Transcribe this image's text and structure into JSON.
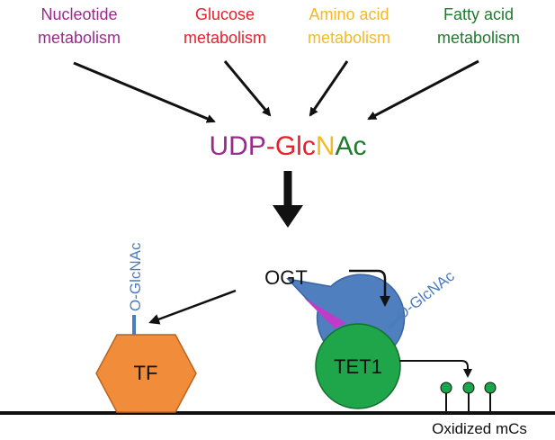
{
  "sources": [
    {
      "line1": "Nucleotide",
      "line2": "metabolism",
      "color": "#9b2a8e"
    },
    {
      "line1": "Glucose",
      "line2": "metabolism",
      "color": "#e8202a"
    },
    {
      "line1": "Amino acid",
      "line2": "metabolism",
      "color": "#f4b928"
    },
    {
      "line1": "Fatty acid",
      "line2": "metabolism",
      "color": "#1f7a2e"
    }
  ],
  "product": {
    "parts": [
      {
        "text": "UDP",
        "color": "#9b2a8e"
      },
      {
        "text": "-",
        "color": "#e8202a"
      },
      {
        "text": "Glc",
        "color": "#e8202a"
      },
      {
        "text": "N",
        "color": "#f4b928"
      },
      {
        "text": "Ac",
        "color": "#1f7a2e"
      }
    ]
  },
  "ogt": {
    "label": "OGT",
    "fill": "#4f7fbf",
    "stroke": "#3a649e"
  },
  "tet1": {
    "label": "TET1",
    "fill": "#1fa64a",
    "stroke": "#14702f"
  },
  "tf": {
    "label": "TF",
    "fill": "#f08c3a",
    "stroke": "#b96420"
  },
  "glcnac_tag_tf": "O-GlcNAc",
  "glcnac_tag_tet1": "O-GlcNAc",
  "glcnac_color": "#4a7dc0",
  "oxidized_label": "Oxidized mCs",
  "dot_color": "#1aa64a"
}
